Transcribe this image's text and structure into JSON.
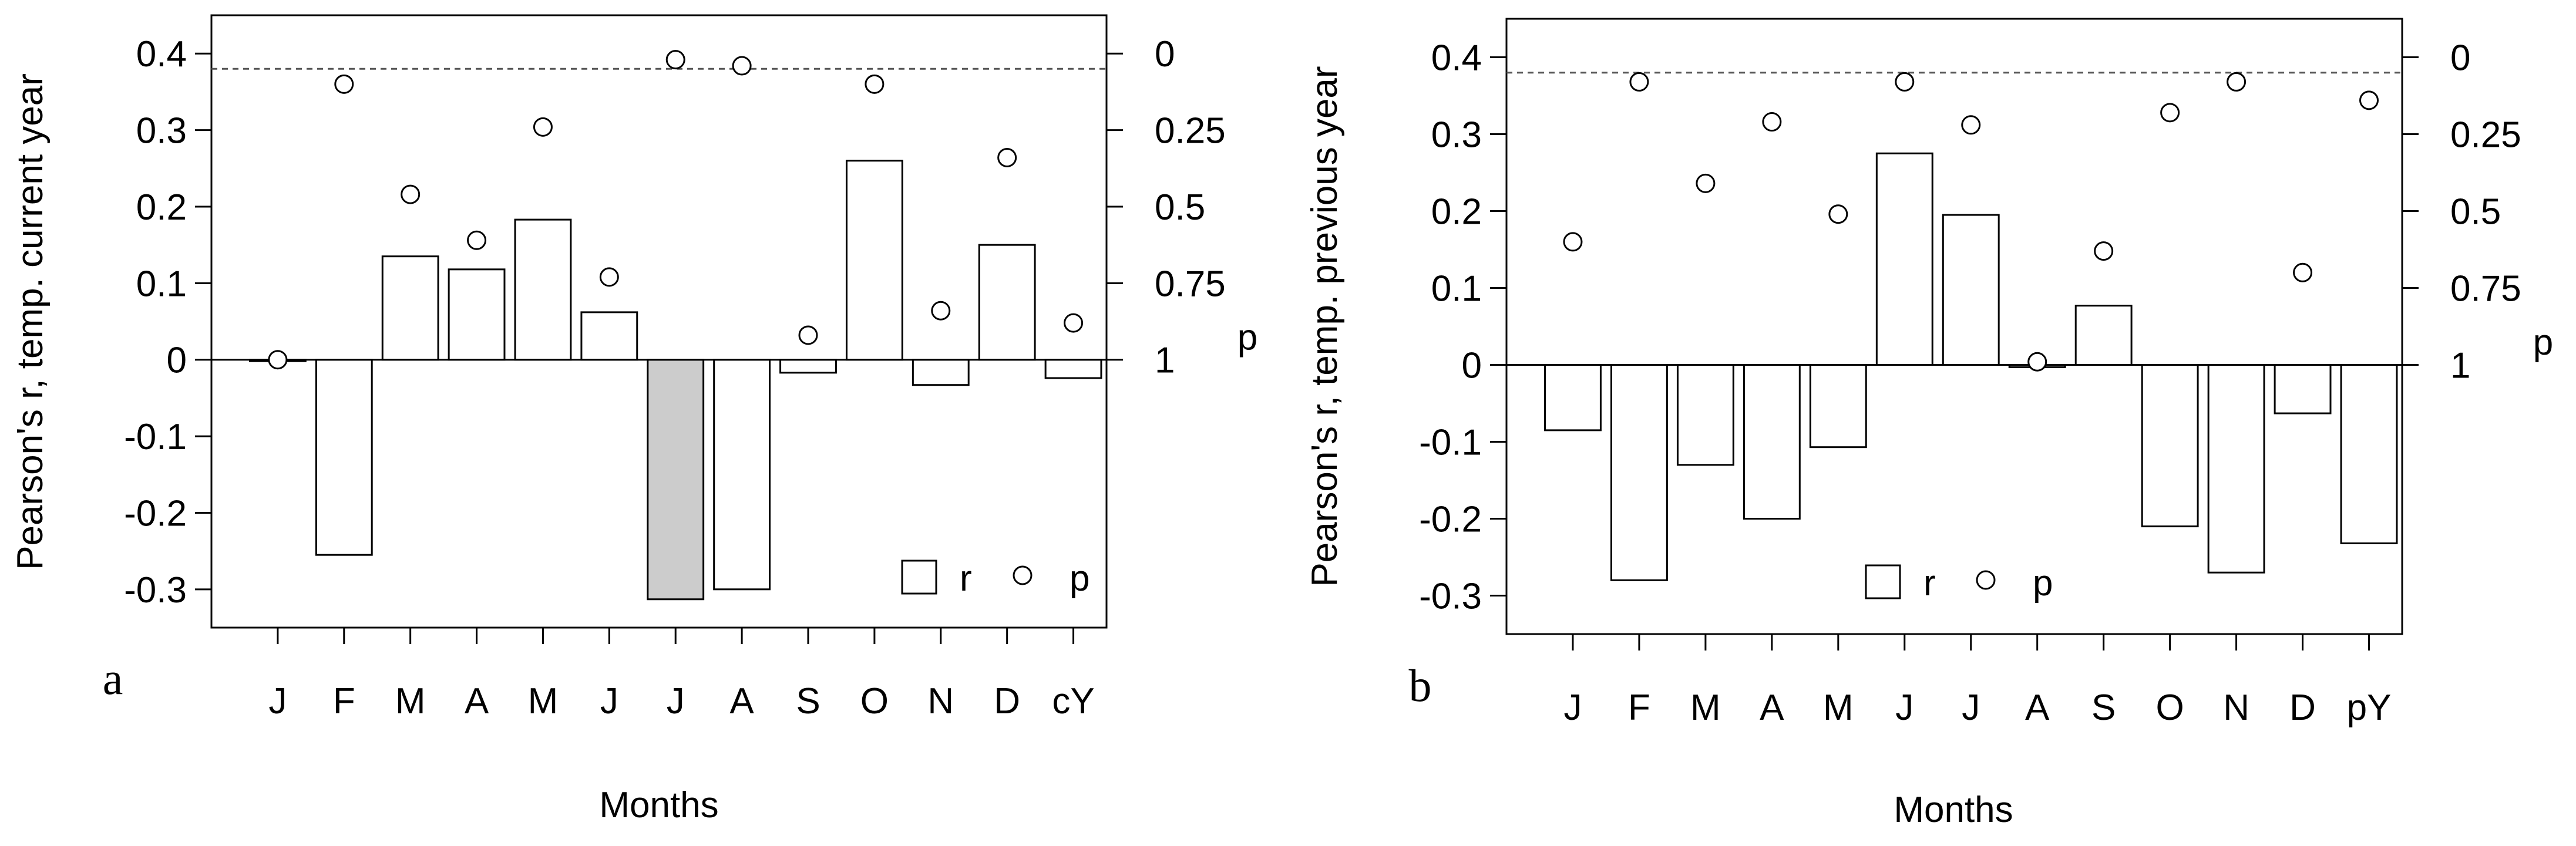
{
  "chart_data": [
    {
      "type": "bar",
      "panel_label": "a",
      "categories": [
        "J",
        "F",
        "M",
        "A",
        "M",
        "J",
        "J",
        "A",
        "S",
        "O",
        "N",
        "D",
        "cY"
      ],
      "xlabel": "Months",
      "ylabel": "Pearson's r, temp. current year",
      "ylim": [
        -0.35,
        0.45
      ],
      "yticks": [
        "0.4",
        "0.3",
        "0.2",
        "0.1",
        "0",
        "-0.1",
        "-0.2",
        "-0.3"
      ],
      "right_axis": {
        "label": "p",
        "ticks": [
          "0",
          "0.25",
          "0.5",
          "0.75",
          "1"
        ],
        "p_tick_values": [
          0,
          0.25,
          0.5,
          0.75,
          1
        ],
        "r_at_p0": 0.4,
        "r_at_p1": 0,
        "reference_line_p": 0.05,
        "reference_line_style": "dashed"
      },
      "series": [
        {
          "name": "r",
          "kind": "bar",
          "values": [
            0.0,
            -0.255,
            0.135,
            0.118,
            0.183,
            0.062,
            -0.313,
            -0.3,
            -0.017,
            0.26,
            -0.033,
            0.15,
            -0.024
          ],
          "highlight_index": 6,
          "fill": "#ffffff",
          "highlight_fill": "#cccccc"
        },
        {
          "name": "p",
          "kind": "points",
          "values": [
            1.0,
            0.1,
            0.46,
            0.61,
            0.24,
            0.73,
            0.02,
            0.04,
            0.92,
            0.1,
            0.84,
            0.34,
            0.88
          ]
        }
      ],
      "legend": {
        "position": "bottom-right",
        "entries": [
          "r",
          "p"
        ]
      },
      "grid": false
    },
    {
      "type": "bar",
      "panel_label": "b",
      "categories": [
        "J",
        "F",
        "M",
        "A",
        "M",
        "J",
        "J",
        "A",
        "S",
        "O",
        "N",
        "D",
        "pY"
      ],
      "xlabel": "Months",
      "ylabel": "Pearson's r, temp. previous year",
      "ylim": [
        -0.35,
        0.45
      ],
      "yticks": [
        "0.4",
        "0.3",
        "0.2",
        "0.1",
        "0",
        "-0.1",
        "-0.2",
        "-0.3"
      ],
      "right_axis": {
        "label": "p",
        "ticks": [
          "0",
          "0.25",
          "0.5",
          "0.75",
          "1"
        ],
        "p_tick_values": [
          0,
          0.25,
          0.5,
          0.75,
          1
        ],
        "r_at_p0": 0.4,
        "r_at_p1": 0,
        "reference_line_p": 0.05,
        "reference_line_style": "dashed"
      },
      "series": [
        {
          "name": "r",
          "kind": "bar",
          "values": [
            -0.085,
            -0.28,
            -0.13,
            -0.2,
            -0.107,
            0.275,
            0.195,
            -0.003,
            0.077,
            -0.21,
            -0.27,
            -0.063,
            -0.232
          ],
          "highlight_index": null,
          "fill": "#ffffff",
          "highlight_fill": "#cccccc"
        },
        {
          "name": "p",
          "kind": "points",
          "values": [
            0.6,
            0.08,
            0.41,
            0.21,
            0.51,
            0.08,
            0.22,
            0.99,
            0.63,
            0.18,
            0.08,
            0.7,
            0.14
          ]
        }
      ],
      "legend": {
        "position": "bottom-center",
        "entries": [
          "r",
          "p"
        ]
      },
      "grid": false
    }
  ]
}
